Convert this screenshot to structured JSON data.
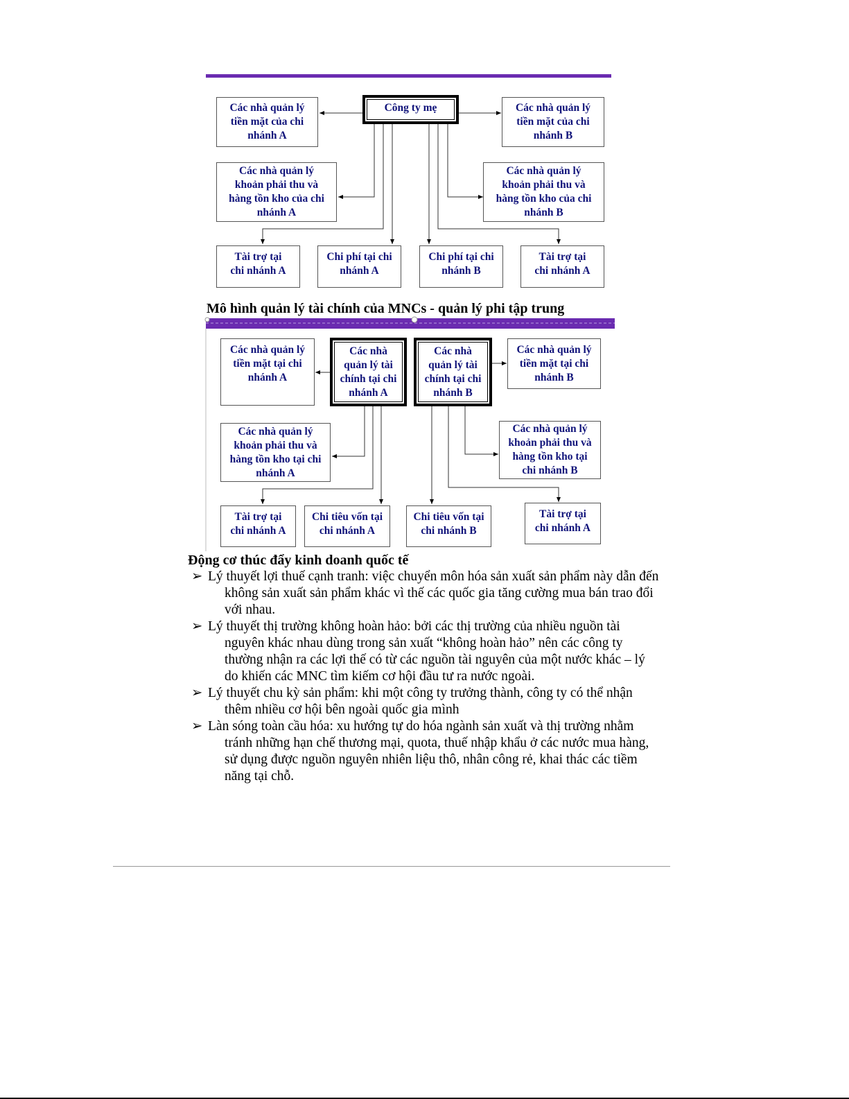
{
  "diagram1": {
    "boxes": {
      "parent": "Công ty mẹ",
      "cash_a": "Các nhà quản lý\ntiền mặt của chi\nnhánh A",
      "cash_b": "Các nhà quản lý\ntiền mặt của chi\nnhánh B",
      "ar_a": "Các nhà quản lý\nkhoản phải thu và\nhàng tồn kho của chi\nnhánh A",
      "ar_b": "Các nhà quản lý\nkhoản phải thu và\nhàng tồn kho của chi\nnhánh B",
      "fin_a": "Tài trợ tại\nchi nhánh A",
      "cost_a": "Chi phí tại chi\nnhánh A",
      "cost_b": "Chi phí tại chi\nnhánh B",
      "fin_b": "Tài trợ tại\nchi nhánh A"
    }
  },
  "diagram2": {
    "title": "Mô hình quản lý tài chính của MNCs - quản lý phi tập trung",
    "boxes": {
      "cash_a": "Các nhà quản lý\ntiền mặt tại chi\nnhánh A",
      "mgr_a": "Các nhà\nquản lý tài\nchính tại chi\nnhánh A",
      "mgr_b": "Các nhà\nquản lý tài\nchính tại chi\nnhánh B",
      "cash_b": "Các nhà quản lý\ntiền mặt tại chi\nnhánh B",
      "ar_a": "Các nhà quản lý\nkhoản phải thu và\nhàng tồn kho tại chi\nnhánh A",
      "ar_b": "Các nhà quản lý\nkhoản phải thu và\nhàng tồn kho tại\nchi nhánh B",
      "fin_a": "Tài trợ tại\nchi nhánh A",
      "capex_a": "Chi tiêu vốn tại\nchi nhánh A",
      "capex_b": "Chi tiêu vốn tại\nchi nhánh B",
      "fin_b": "Tài trợ tại\nchi nhánh A"
    }
  },
  "section": {
    "heading": "Động cơ thúc đẩy kinh doanh quốc tế",
    "bullets": [
      {
        "mark": "➢",
        "text": "Lý thuyết lợi thuế cạnh tranh: việc chuyển môn hóa sản xuất sản phẩm này dẫn đến không sản xuất sản phẩm khác vì thế các quốc gia tăng cường mua bán trao đổi với nhau."
      },
      {
        "mark": "➢ ",
        "text": "Lý thuyết thị trường không hoàn hảo: bởi các thị trường của nhiều nguồn tài nguyên khác nhau dùng trong sản xuất “không hoàn hảo” nên các công ty thường nhận ra các lợi thế có từ các nguồn tài nguyên của một nước khác – lý do khiến các MNC tìm kiếm cơ hội đầu tư ra nước ngoài."
      },
      {
        "mark": "➢ ",
        "text": "Lý thuyết chu kỳ sản phẩm: khi một công ty trưởng thành, công ty có thể nhận thêm nhiều cơ hội bên ngoài quốc gia mình"
      },
      {
        "mark": "➢",
        "text": "Làn sóng toàn cầu hóa: xu hướng tự do hóa ngành sản xuất và thị trường nhằm tránh những hạn chế thương mại, quota, thuế nhập khẩu ở các nước mua hàng, sử dụng được nguồn nguyên nhiên liệu thô, nhân công rẻ, khai thác các tiềm năng tại chỗ."
      }
    ]
  },
  "colors": {
    "purple_bar": "#6a2bb0",
    "box_text": "#10137a"
  }
}
